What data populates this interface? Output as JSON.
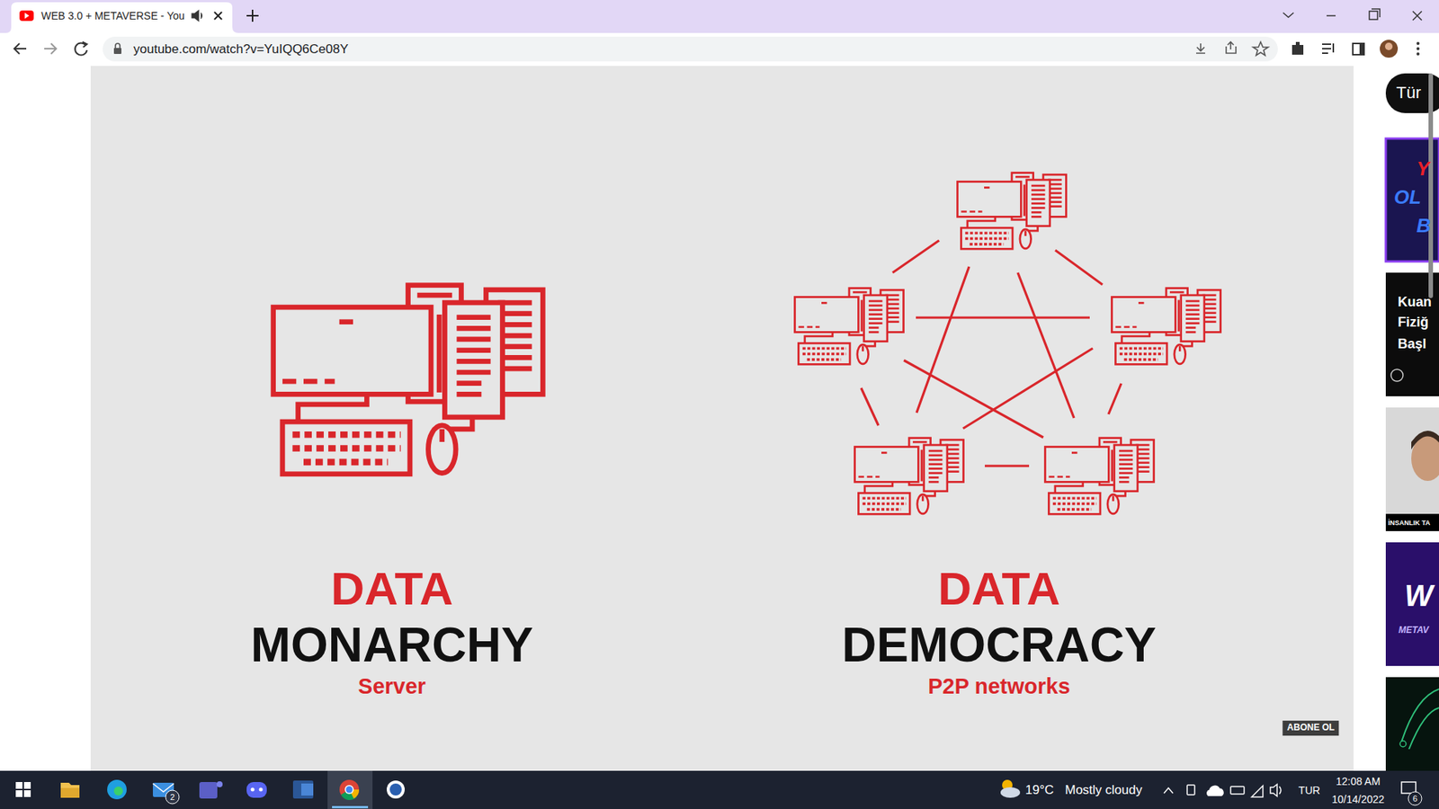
{
  "diagram": {
    "labels": [
      "WEB 3.0 + METAVERSE - You",
      "youtube.com/watch?v=YuIQQ6Ce08Y",
      "Tür",
      "Y",
      "OL",
      "B",
      "Kuan",
      "Fiziğ",
      "Başl",
      "İNSANLIK TA",
      "W",
      "METAV",
      "DATA",
      "MONARCHY",
      "Server",
      "DATA",
      "DEMOCRACY",
      "P2P networks",
      "ABONE OL",
      "2",
      "19°C",
      "Mostly cloudy",
      "TUR",
      "12:08 AM",
      "10/14/2022",
      "6"
    ]
  }
}
